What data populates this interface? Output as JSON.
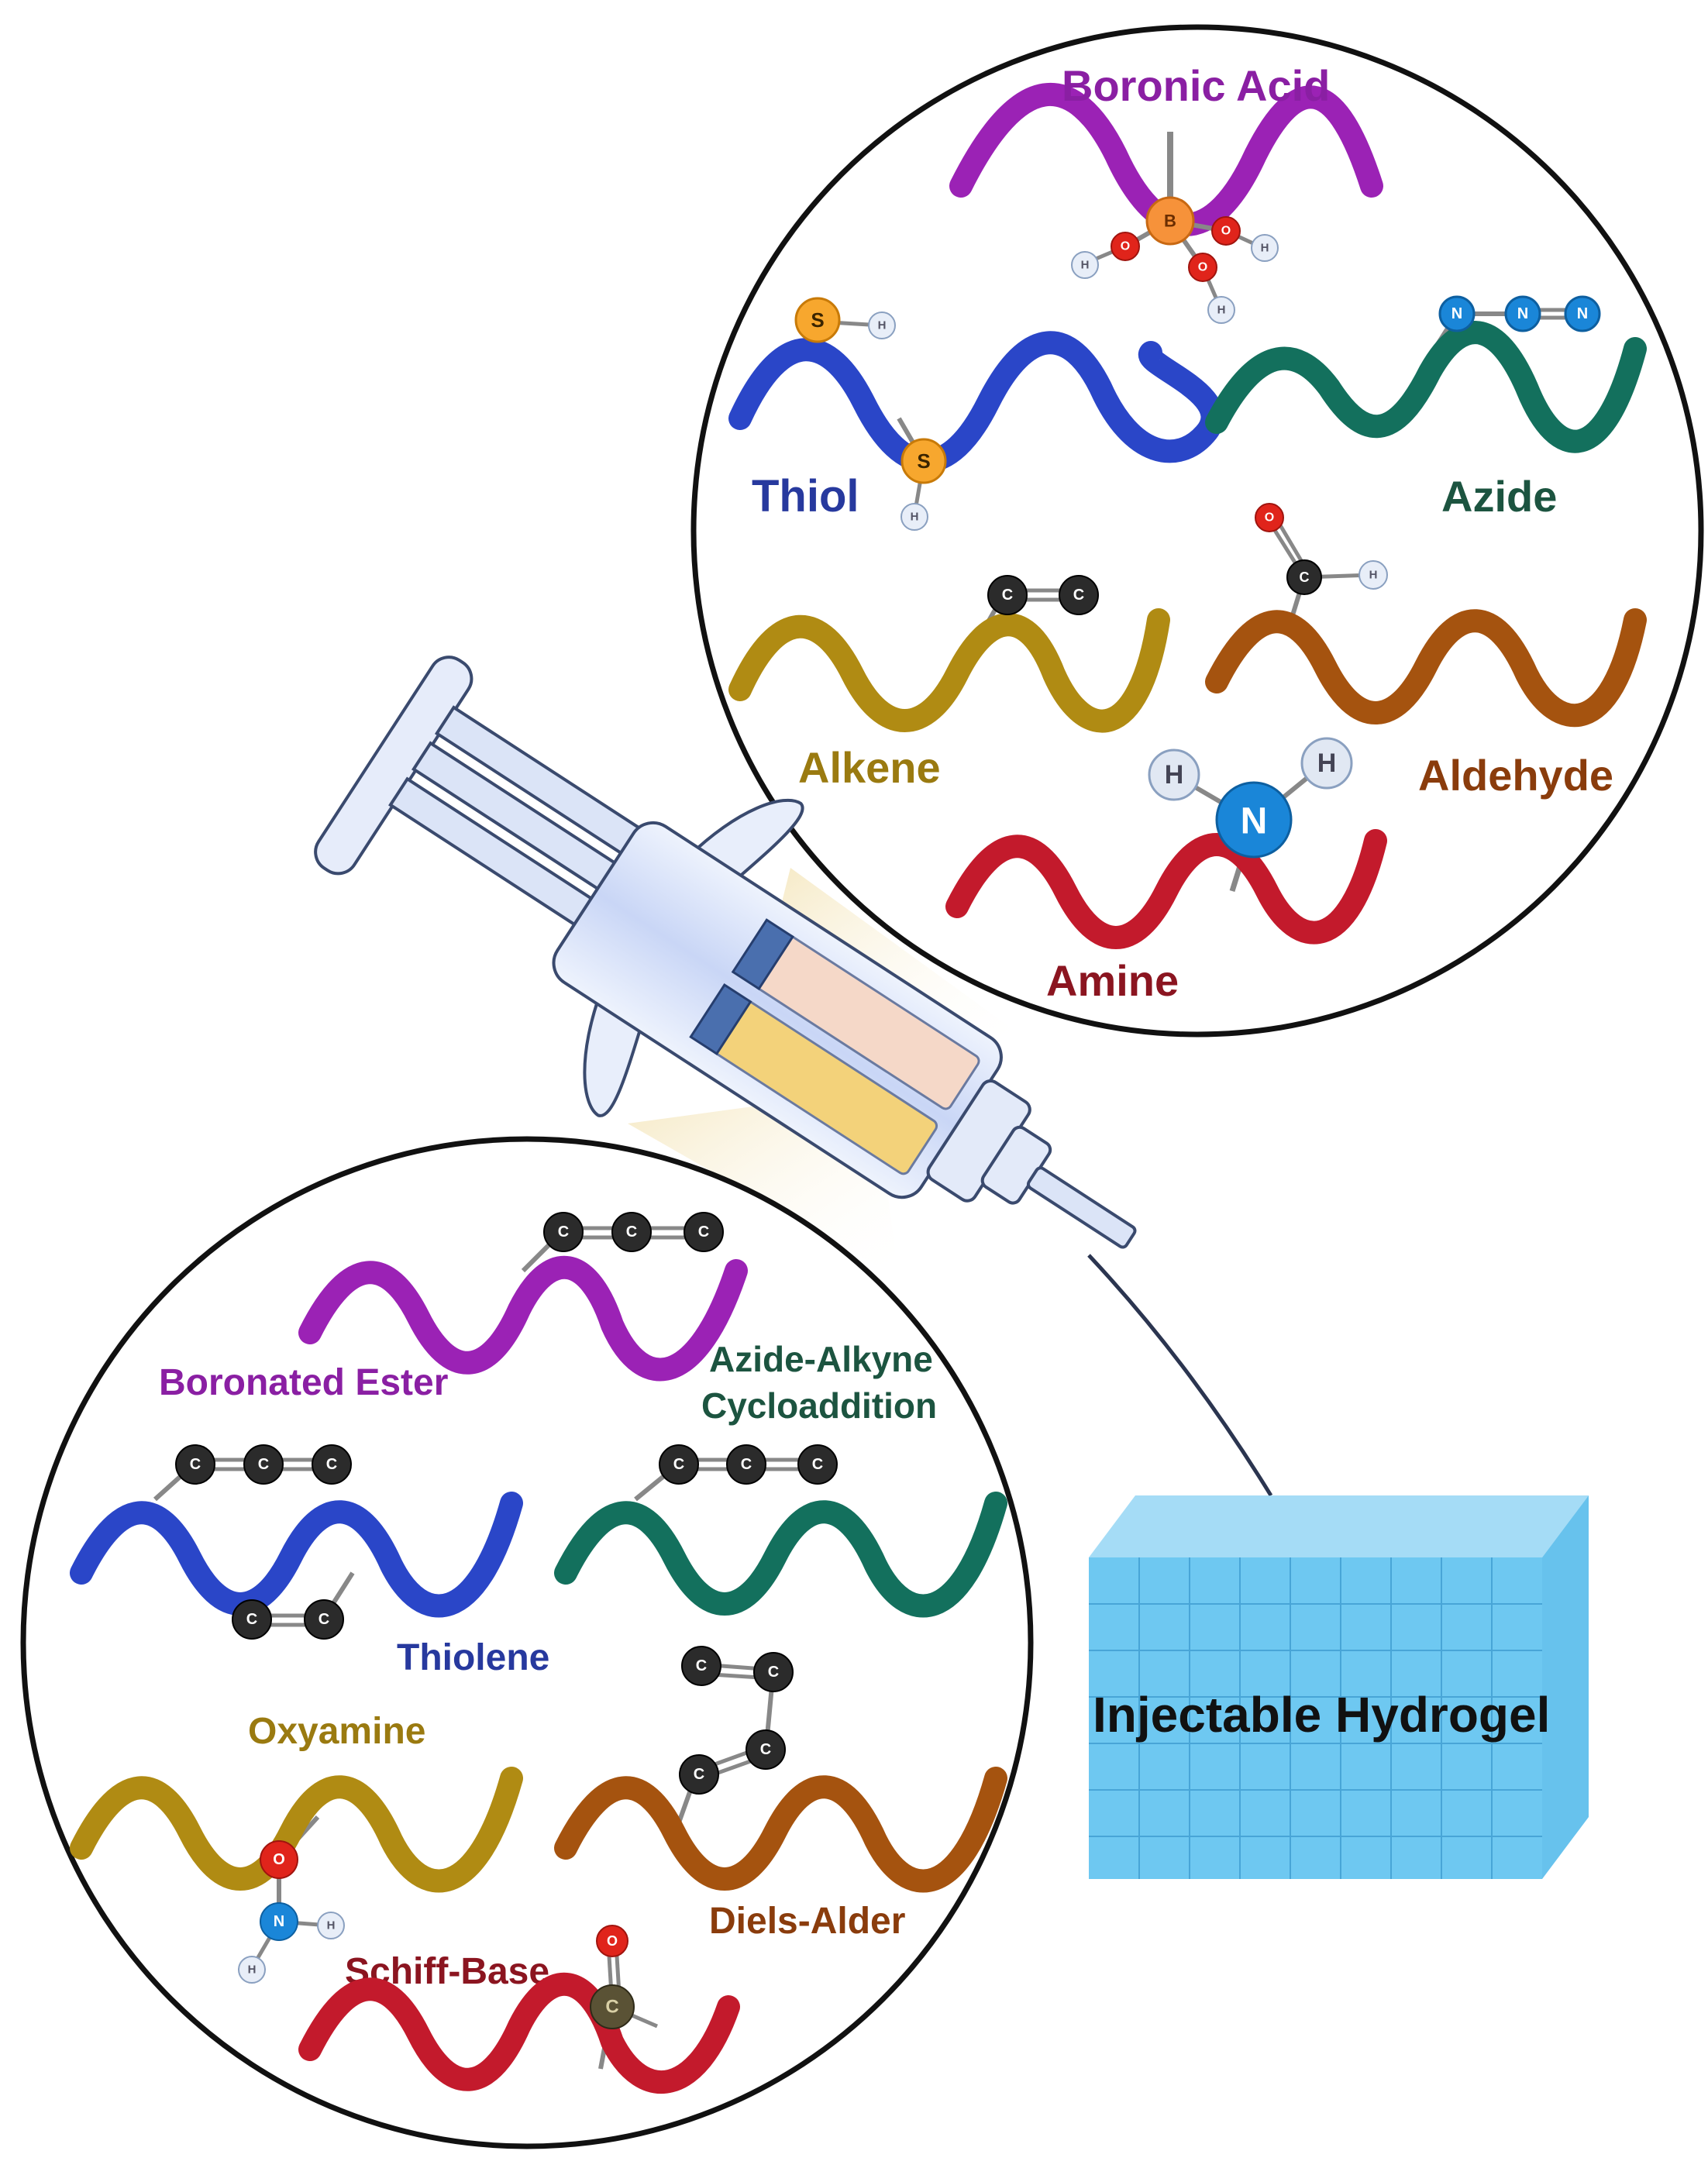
{
  "colors": {
    "purple": "#9b22b5",
    "blue": "#2a46c8",
    "teal": "#13705d",
    "gold": "#b08b13",
    "brown": "#a5530f",
    "red": "#c31a2c",
    "label_purple": "#8a1fa3",
    "label_blue": "#27399e",
    "label_teal": "#1c5440",
    "label_gold": "#9a7a10",
    "label_brown": "#8a3c0c",
    "label_red": "#8b1520",
    "hydrogel": "#3cb4ec"
  },
  "atoms": {
    "s": "S",
    "h": "H",
    "n": "N",
    "o": "O",
    "c": "C",
    "b": "B"
  },
  "precursors": {
    "boronic_acid": "Boronic Acid",
    "thiol": "Thiol",
    "azide": "Azide",
    "alkene": "Alkene",
    "aldehyde": "Aldehyde",
    "amine": "Amine"
  },
  "crosslinks": {
    "boronated_ester": "Boronated Ester",
    "azide_alkyne_line1": "Azide-Alkyne",
    "azide_alkyne_line2": "Cycloaddition",
    "thiolene": "Thiolene",
    "oxyamine": "Oxyamine",
    "diels_alder": "Diels-Alder",
    "schiff_base": "Schiff-Base"
  },
  "hydrogel": {
    "label": "Injectable Hydrogel"
  },
  "icons": [
    "syringe-icon",
    "hydrogel-cube-icon",
    "polymer-chain-icon"
  ]
}
